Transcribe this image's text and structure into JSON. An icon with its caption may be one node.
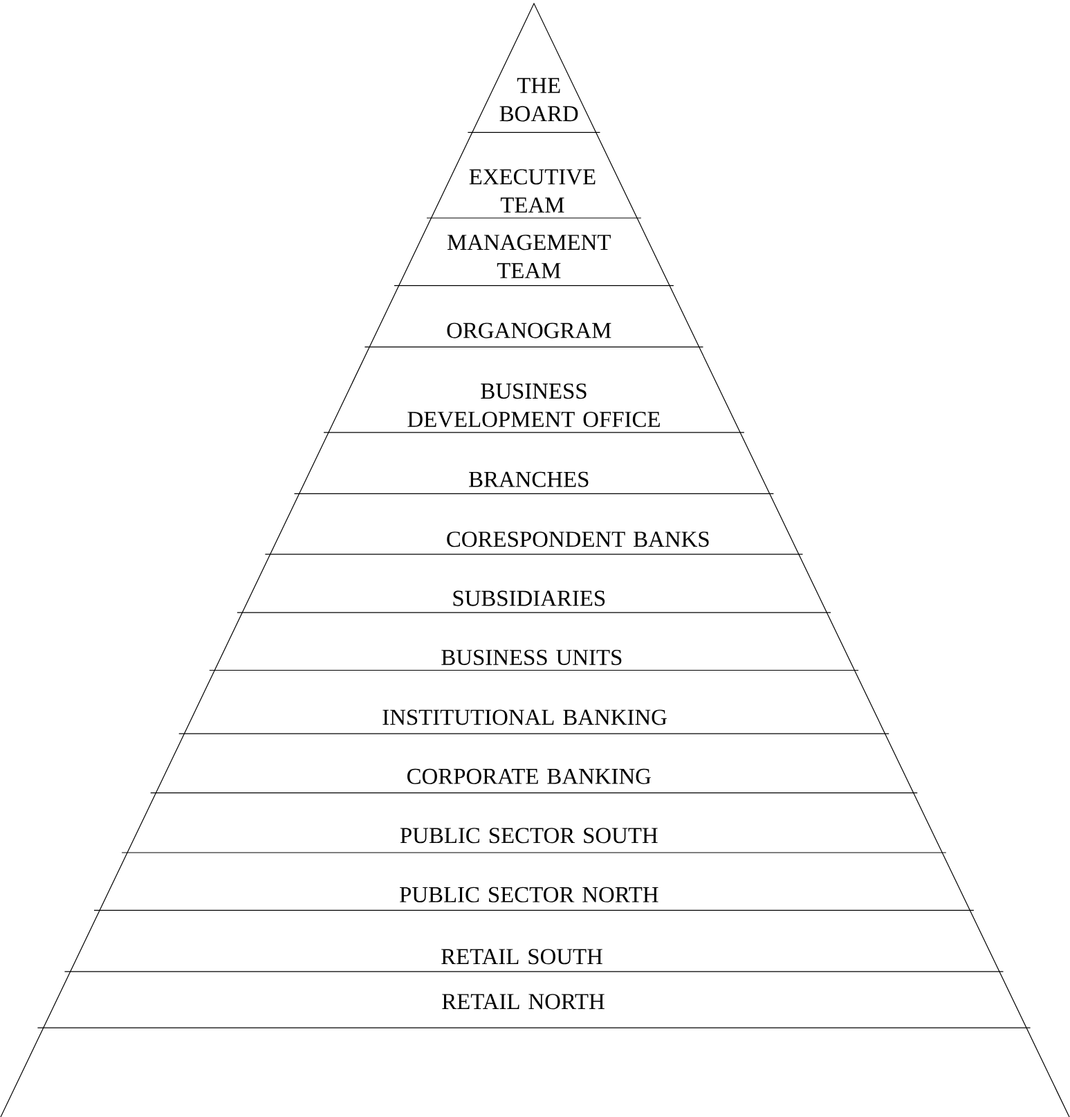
{
  "diagram": {
    "nodes": [
      {
        "text": [
          "THE BOARD"
        ]
      },
      {
        "text": [
          "EXECUTIVE TEAM"
        ]
      },
      {
        "text": [
          "MANAGEMENT TEAM"
        ]
      },
      {
        "text": [
          "ORGANOGRAM"
        ]
      },
      {
        "text": [
          "BUSINESS DEVELOPMENT OFFICE"
        ]
      },
      {
        "text": [
          "BRANCHES"
        ]
      },
      {
        "text": [
          "CORESPONDENT BANKS"
        ]
      },
      {
        "text": [
          "SUBSIDIARIES"
        ]
      },
      {
        "text": [
          "BUSINESS UNITS"
        ]
      },
      {
        "text": [
          "INSTITUTIONAL BANKING"
        ]
      },
      {
        "text": [
          "CORPORATE BANKING"
        ]
      },
      {
        "text": [
          "PUBLIC SECTOR SOUTH"
        ]
      },
      {
        "text": [
          "PUBLIC SECTOR NORTH"
        ]
      },
      {
        "text": [
          "RETAIL SOUTH"
        ]
      },
      {
        "text": [
          "RETAIL NORTH"
        ]
      }
    ]
  }
}
